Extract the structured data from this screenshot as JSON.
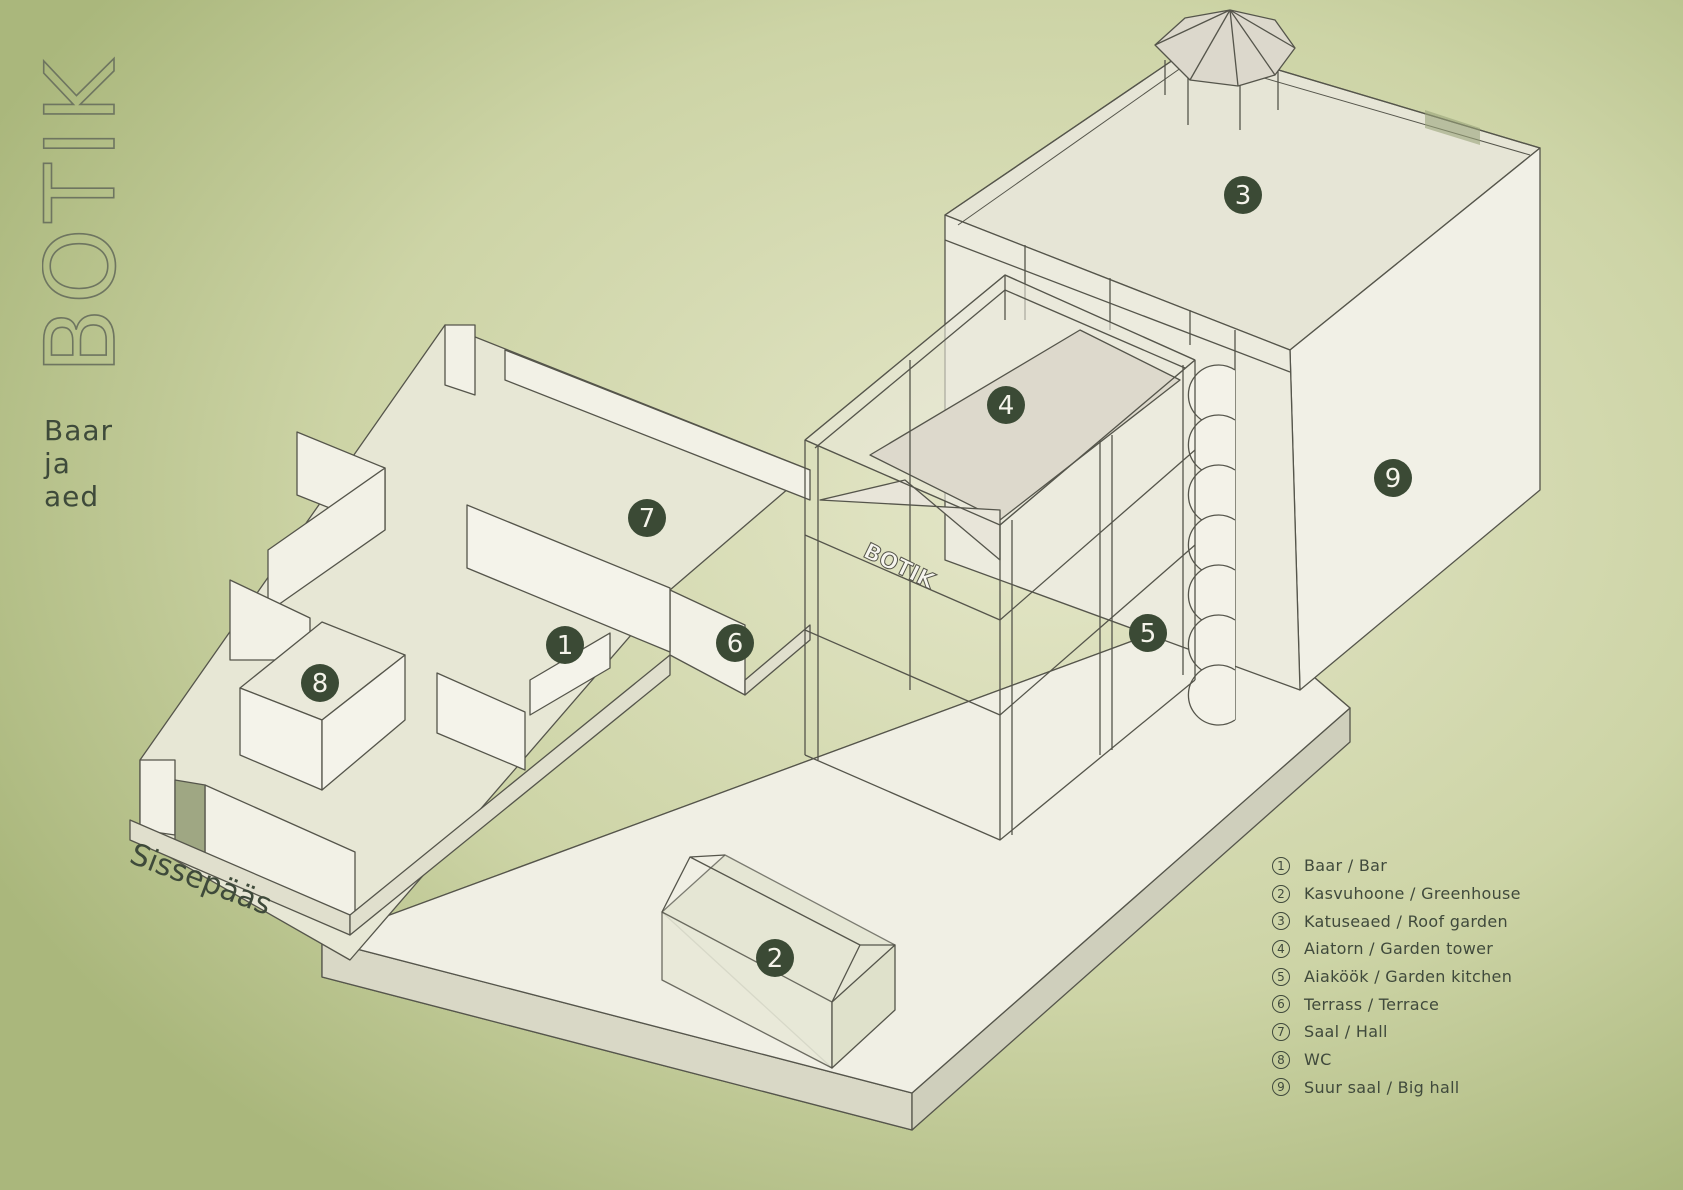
{
  "title": "BOTIK",
  "subtitle": [
    "Baar",
    "ja",
    "aed"
  ],
  "entrance_label": "Sissepääs",
  "sign_text": "BOTIK",
  "markers": [
    "1",
    "2",
    "3",
    "4",
    "5",
    "6",
    "7",
    "8",
    "9"
  ],
  "legend": [
    {
      "num": "1",
      "label": "Baar / Bar"
    },
    {
      "num": "2",
      "label": "Kasvuhoone / Greenhouse"
    },
    {
      "num": "3",
      "label": "Katuseaed / Roof garden"
    },
    {
      "num": "4",
      "label": "Aiatorn / Garden tower"
    },
    {
      "num": "5",
      "label": "Aiaköök / Garden kitchen"
    },
    {
      "num": "6",
      "label": "Terrass / Terrace"
    },
    {
      "num": "7",
      "label": "Saal / Hall"
    },
    {
      "num": "8",
      "label": "WC"
    },
    {
      "num": "9",
      "label": "Suur saal / Big hall"
    }
  ],
  "colors": {
    "background": "#c9d0a0",
    "surface": "#eeeee2",
    "wall": "#f2f1e6",
    "roof": "#ddd9cc",
    "marker": "#3b4a35",
    "line": "#5a5a50"
  }
}
